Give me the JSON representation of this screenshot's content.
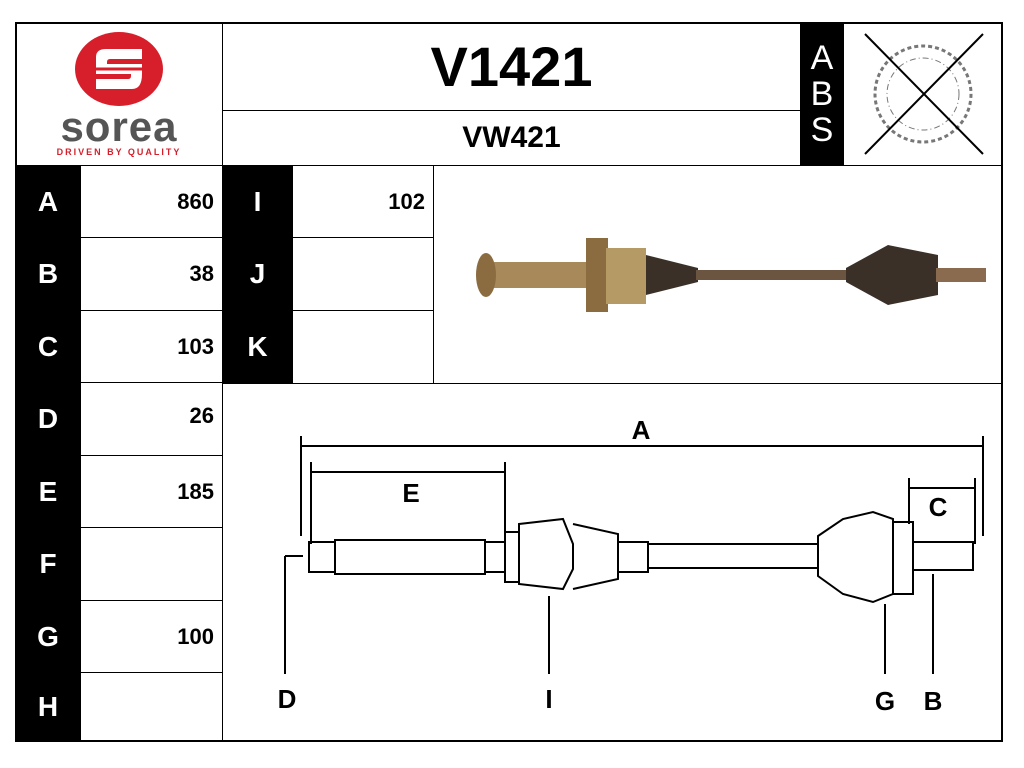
{
  "logo": {
    "brand": "sorea",
    "tagline": "DRIVEN BY QUALITY",
    "color": "#d71f2b"
  },
  "header": {
    "part_number": "V1421",
    "reference": "VW421"
  },
  "abs": {
    "letters": [
      "A",
      "B",
      "S"
    ],
    "icon": "abs-ring-crossed-icon"
  },
  "dimensions_left": [
    {
      "label": "A",
      "value": "860"
    },
    {
      "label": "B",
      "value": "38"
    },
    {
      "label": "C",
      "value": "103"
    },
    {
      "label": "D",
      "value": "26"
    },
    {
      "label": "E",
      "value": "185"
    },
    {
      "label": "F",
      "value": ""
    },
    {
      "label": "G",
      "value": "100"
    },
    {
      "label": "H",
      "value": ""
    }
  ],
  "dimensions_right": [
    {
      "label": "I",
      "value": "102"
    },
    {
      "label": "J",
      "value": ""
    },
    {
      "label": "K",
      "value": ""
    }
  ],
  "diagram": {
    "labels": {
      "A": "A",
      "E": "E",
      "C": "C",
      "D": "D",
      "I": "I",
      "G": "G",
      "B": "B"
    }
  }
}
